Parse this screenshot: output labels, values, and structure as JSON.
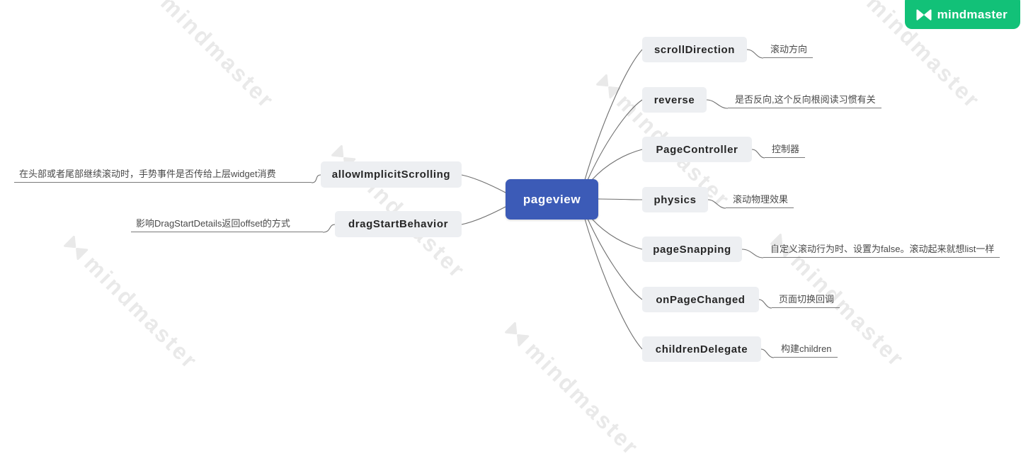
{
  "brand": {
    "name": "mindmaster",
    "watermark_text": "mindmaster",
    "badge_color": "#12c178"
  },
  "root": {
    "label": "pageview",
    "color": "#3c5bb7"
  },
  "left_branches": [
    {
      "label": "allowImplicitScrolling",
      "note": "在头部或者尾部继续滚动时，手势事件是否传给上层widget消费"
    },
    {
      "label": "dragStartBehavior",
      "note": "影响DragStartDetails返回offset的方式"
    }
  ],
  "right_branches": [
    {
      "label": "scrollDirection",
      "note": "滚动方向"
    },
    {
      "label": "reverse",
      "note": "是否反向,这个反向根阅读习惯有关"
    },
    {
      "label": "PageController",
      "note": "控制器"
    },
    {
      "label": "physics",
      "note": "滚动物理效果"
    },
    {
      "label": "pageSnapping",
      "note": "自定义滚动行为时、设置为false。滚动起来就想list一样"
    },
    {
      "label": "onPageChanged",
      "note": "页面切换回调"
    },
    {
      "label": "childrenDelegate",
      "note": "构建children"
    }
  ],
  "colors": {
    "node_bg": "#edeff2",
    "node_text": "#262626",
    "line": "#6f6f6f",
    "note_text": "#4a4a4a",
    "watermark": "#e9e9e9"
  }
}
